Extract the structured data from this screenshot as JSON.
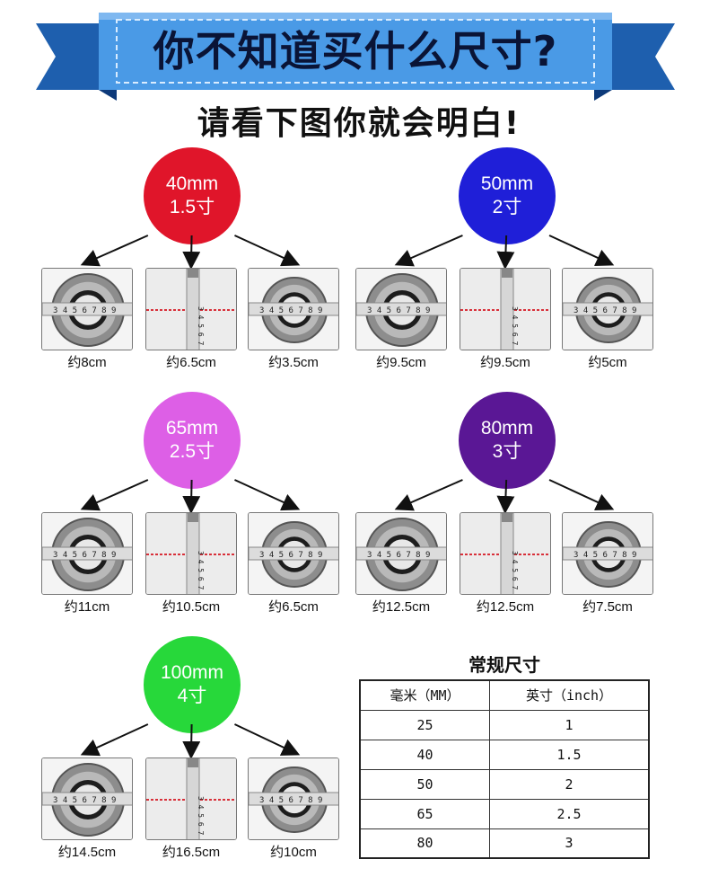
{
  "banner": {
    "title": "你不知道买什么尺寸?"
  },
  "subtitle": "请看下图你就会明白!",
  "groups": [
    {
      "mm": "40mm",
      "cun": "1.5寸",
      "color": "#e0152a",
      "captions": [
        "约8cm",
        "约6.5cm",
        "约3.5cm"
      ]
    },
    {
      "mm": "50mm",
      "cun": "2寸",
      "color": "#1f1fd8",
      "captions": [
        "约9.5cm",
        "约9.5cm",
        "约5cm"
      ]
    },
    {
      "mm": "65mm",
      "cun": "2.5寸",
      "color": "#dd5fe6",
      "captions": [
        "约11cm",
        "约10.5cm",
        "约6.5cm"
      ]
    },
    {
      "mm": "80mm",
      "cun": "3寸",
      "color": "#5a1795",
      "captions": [
        "约12.5cm",
        "约12.5cm",
        "约7.5cm"
      ]
    },
    {
      "mm": "100mm",
      "cun": "4寸",
      "color": "#27d83a",
      "captions": [
        "约14.5cm",
        "约16.5cm",
        "约10cm"
      ]
    }
  ],
  "size_table": {
    "title": "常规尺寸",
    "headers": [
      "毫米（MM）",
      "英寸（inch）"
    ],
    "rows": [
      [
        "25",
        "1"
      ],
      [
        "40",
        "1.5"
      ],
      [
        "50",
        "2"
      ],
      [
        "65",
        "2.5"
      ],
      [
        "80",
        "3"
      ]
    ]
  },
  "colors": {
    "banner_blue": "#3f8fdc",
    "banner_dark": "#0a1436"
  }
}
